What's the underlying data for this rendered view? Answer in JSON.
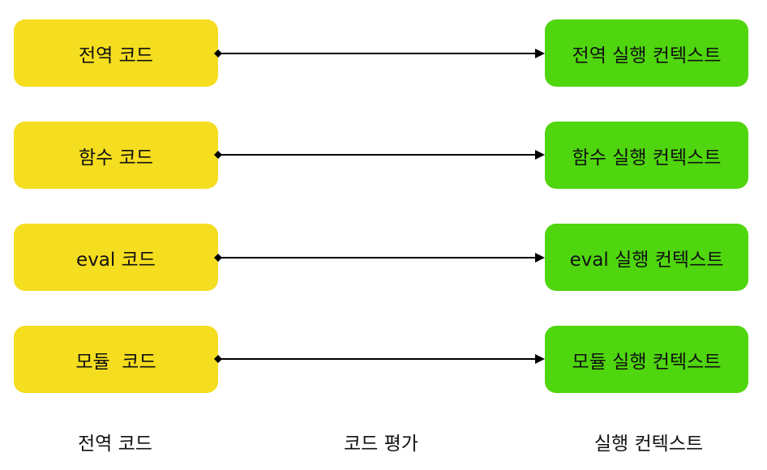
{
  "rows": [
    {
      "source": "전역 코드",
      "context": "전역 실행 컨텍스트"
    },
    {
      "source": "함수 코드",
      "context": "함수 실행 컨텍스트"
    },
    {
      "source": "eval 코드",
      "context": "eval 실행 컨텍스트"
    },
    {
      "source": "모듈  코드",
      "context": "모듈 실행 컨텍스트"
    }
  ],
  "footer": {
    "left": "전역 코드",
    "middle": "코드 평가",
    "right": "실행 컨텍스트"
  },
  "colors": {
    "source_box": "#f5dd1f",
    "context_box": "#4fd60e",
    "arrow": "#000000"
  }
}
